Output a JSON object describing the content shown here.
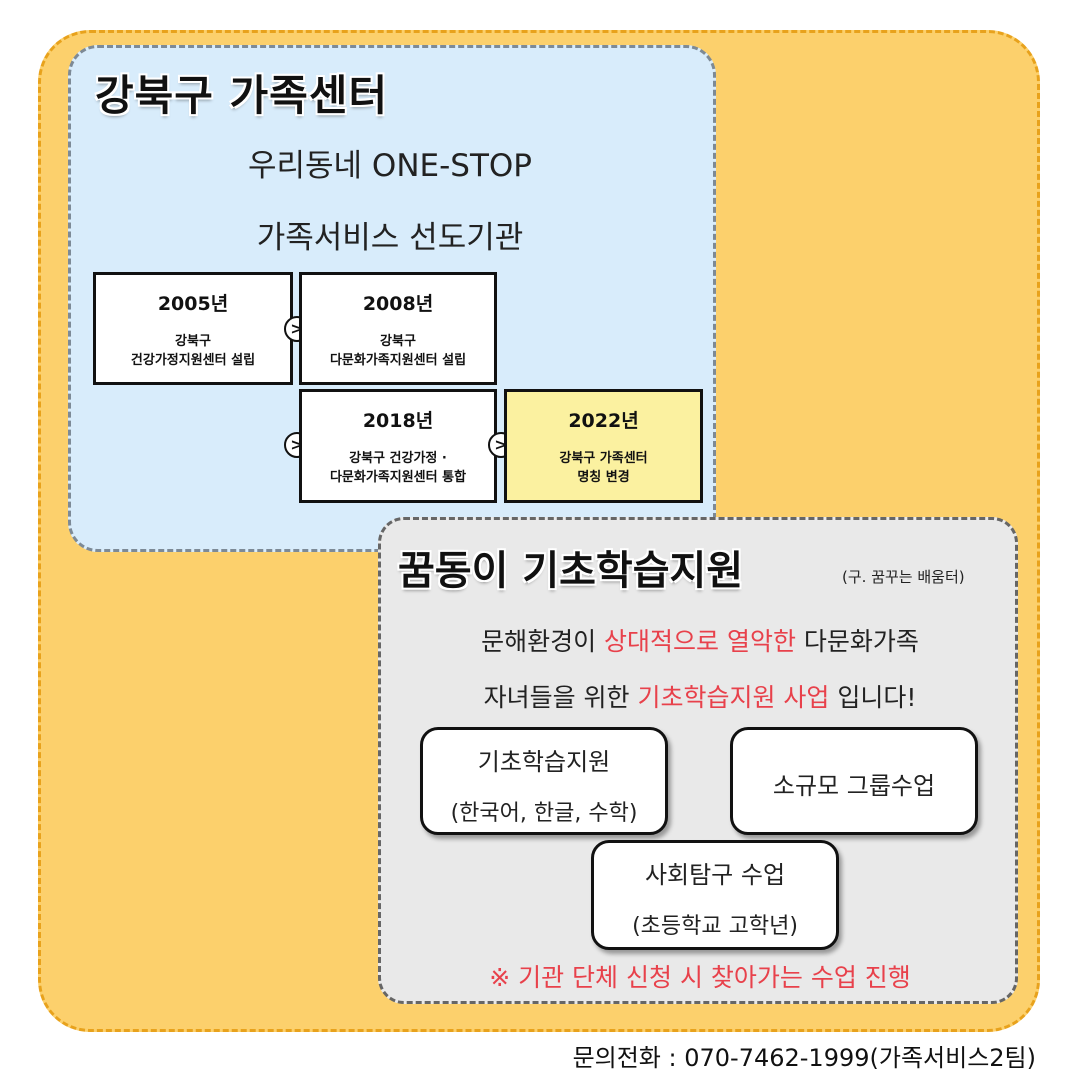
{
  "center": {
    "title": "강북구 가족센터",
    "slogan_line1": "우리동네 ONE-STOP",
    "slogan_line2": "가족서비스 선도기관"
  },
  "timeline": [
    {
      "year": "2005년",
      "desc": "강북구\n건강가정지원센터 설립"
    },
    {
      "year": "2008년",
      "desc": "강북구\n다문화가족지원센터 설립"
    },
    {
      "year": "2018년",
      "desc": "강북구 건강가정 ·\n다문화가족지원센터 통합"
    },
    {
      "year": "2022년",
      "desc": "강북구 가족센터\n명칭 변경"
    }
  ],
  "program": {
    "title": "꿈동이 기초학습지원",
    "former_name": "(구. 꿈꾸는 배움터)",
    "desc1_a": "문해환경이 ",
    "desc1_highlight": "상대적으로 열악한",
    "desc1_b": " 다문화가족",
    "desc2_a": "자녀들을 위한 ",
    "desc2_highlight": "기초학습지원 사업",
    "desc2_b": " 입니다!",
    "services": [
      {
        "line1": "기초학습지원",
        "line2": "(한국어, 한글, 수학)"
      },
      {
        "line1": "소규모 그룹수업"
      },
      {
        "line1": "사회탐구 수업",
        "line2": "(초등학교 고학년)"
      }
    ],
    "notice": "※ 기관 단체 신청 시 찾아가는 수업 진행"
  },
  "contact": "문의전화 : 070-7462-1999(가족서비스2팀)",
  "colors": {
    "outer_background": "#fcd06c",
    "outer_border": "#e8a21c",
    "blue_panel": "#d8ecfb",
    "gray_panel": "#e9e9e9",
    "highlight_box": "#fbf1a0",
    "accent_red": "#e8414b"
  }
}
